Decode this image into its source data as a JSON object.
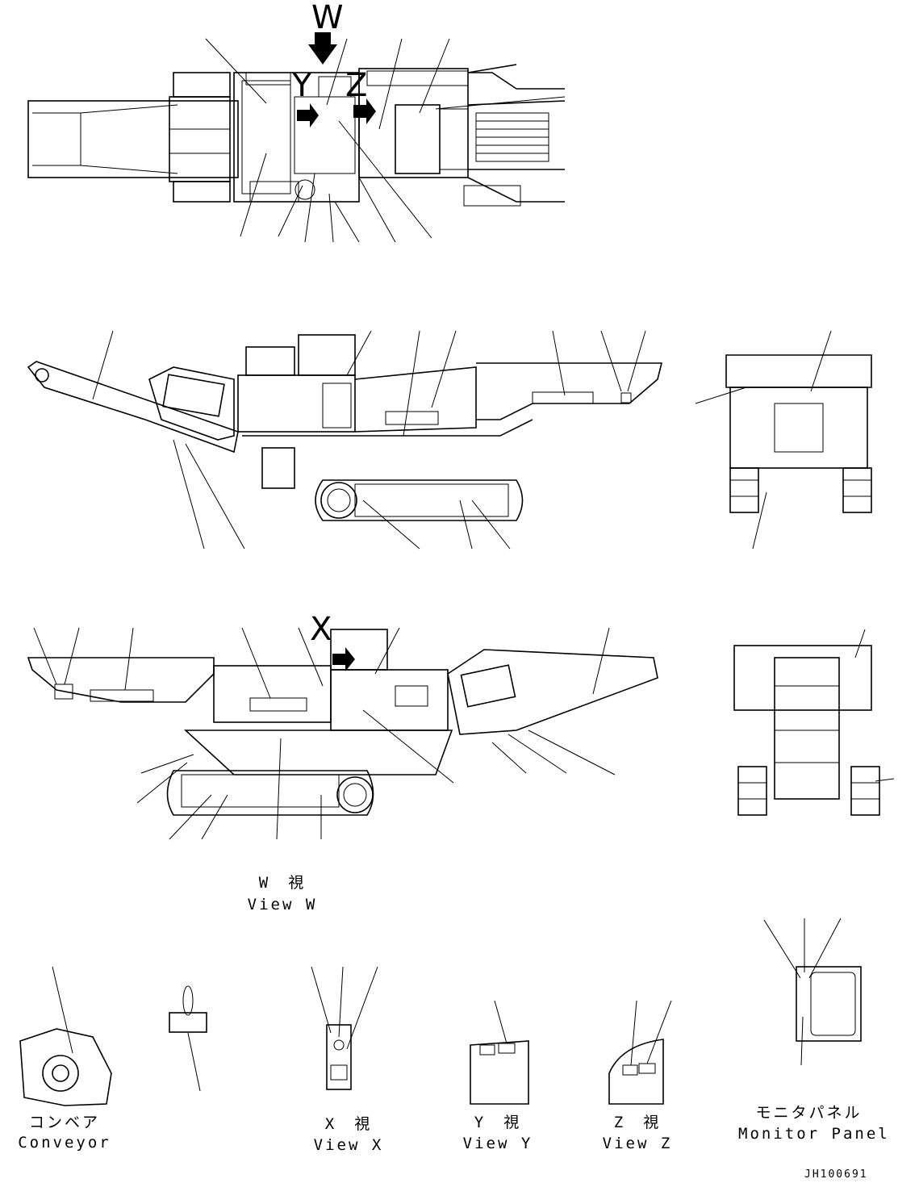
{
  "markers": {
    "w": "W",
    "y": "Y",
    "z": "Z",
    "x": "X"
  },
  "views": {
    "w_jp": "W　視",
    "w_en": "View W",
    "conveyor_jp": "コンベア",
    "conveyor_en": "Conveyor",
    "x_jp": "X　視",
    "x_en": "View X",
    "y_jp": "Y　視",
    "y_en": "View Y",
    "z_jp": "Z　視",
    "z_en": "View Z",
    "monitor_jp": "モニタパネル",
    "monitor_en": "Monitor Panel"
  },
  "drawing_id": "JH100691"
}
